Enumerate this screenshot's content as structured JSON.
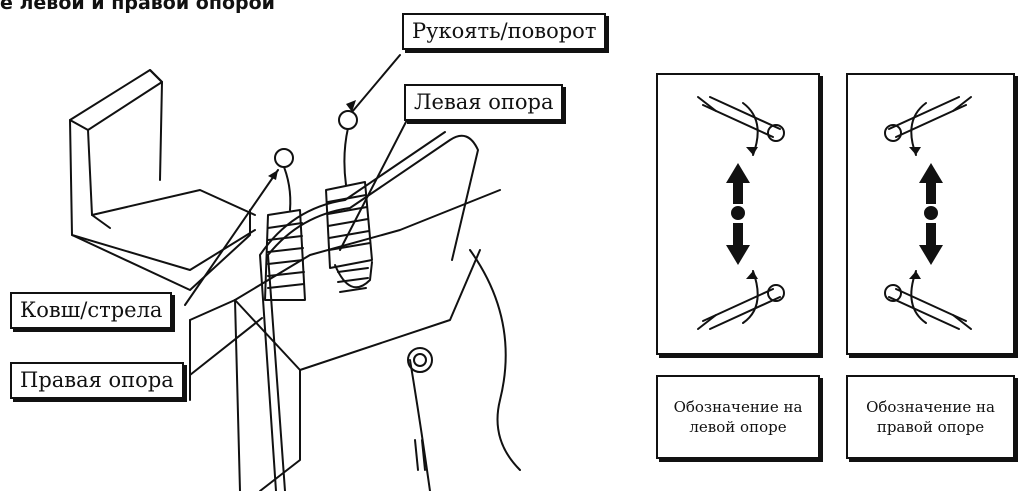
{
  "header": {
    "title_fragment": "е левой и правой опорой"
  },
  "labels": {
    "rukoyat": "Рукоять/поворот",
    "levaya": "Левая опора",
    "kovsh": "Ковш/стрела",
    "pravaya": "Правая опора"
  },
  "captions": {
    "left_line1": "Обозначение на",
    "left_line2": "левой опоре",
    "right_line1": "Обозначение на",
    "right_line2": "правой опоре"
  },
  "icons": [
    "joystick-diagram",
    "lever-up-icon",
    "lever-down-icon",
    "double-arrow-icon"
  ]
}
